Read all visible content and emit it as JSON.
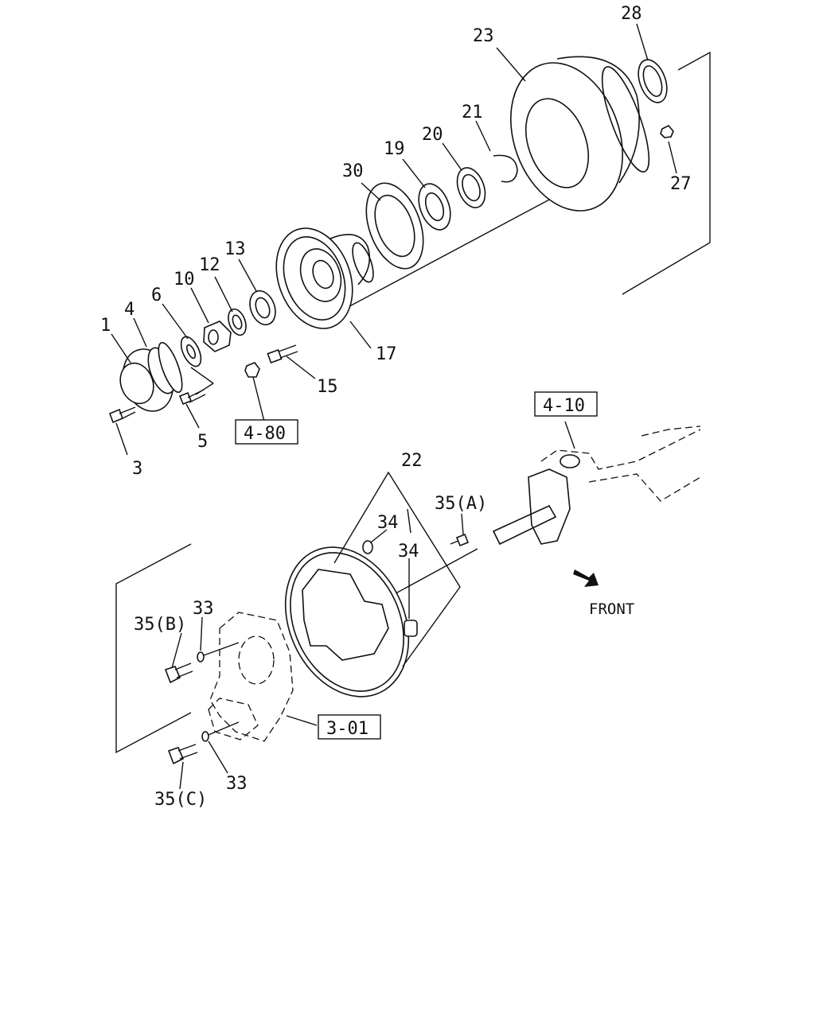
{
  "labels": {
    "p1": "1",
    "p3": "3",
    "p4": "4",
    "p5": "5",
    "p6": "6",
    "p10": "10",
    "p12": "12",
    "p13": "13",
    "p15": "15",
    "p17": "17",
    "p19": "19",
    "p20": "20",
    "p21": "21",
    "p22": "22",
    "p23": "23",
    "p27": "27",
    "p28": "28",
    "p30": "30",
    "p33a": "33",
    "p33b": "33",
    "p34a": "34",
    "p34b": "34",
    "p35a": "35(A)",
    "p35b": "35(B)",
    "p35c": "35(C)"
  },
  "refs": {
    "r480": "4-80",
    "r410": "4-10",
    "r301": "3-01"
  },
  "front_label": "FRONT"
}
